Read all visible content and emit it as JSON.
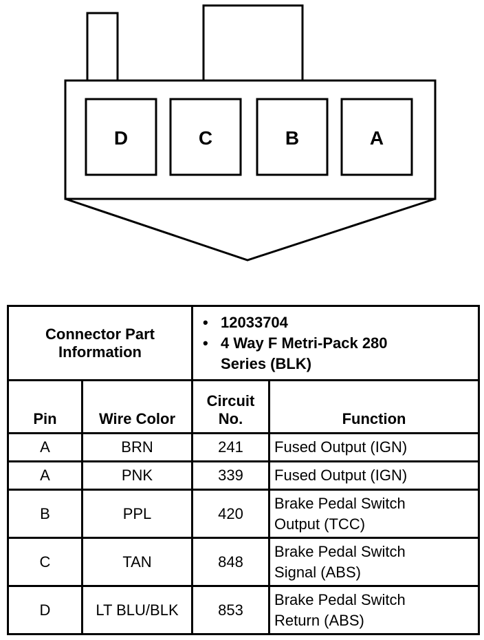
{
  "connector": {
    "pins": [
      "D",
      "C",
      "B",
      "A"
    ]
  },
  "table": {
    "part_info_label_1": "Connector Part",
    "part_info_label_2": "Information",
    "part_number": "12033704",
    "part_desc_1": "4 Way F Metri-Pack 280",
    "part_desc_2": "Series (BLK)",
    "bullet": "•",
    "headers": {
      "pin": "Pin",
      "wire_color": "Wire Color",
      "circuit_1": "Circuit",
      "circuit_2": "No.",
      "function": "Function"
    },
    "rows": [
      {
        "pin": "A",
        "wire_color": "BRN",
        "circuit": "241",
        "function_1": "Fused Output (IGN)",
        "function_2": ""
      },
      {
        "pin": "A",
        "wire_color": "PNK",
        "circuit": "339",
        "function_1": "Fused Output (IGN)",
        "function_2": ""
      },
      {
        "pin": "B",
        "wire_color": "PPL",
        "circuit": "420",
        "function_1": "Brake Pedal Switch",
        "function_2": "Output (TCC)"
      },
      {
        "pin": "C",
        "wire_color": "TAN",
        "circuit": "848",
        "function_1": "Brake Pedal Switch",
        "function_2": "Signal (ABS)"
      },
      {
        "pin": "D",
        "wire_color": "LT BLU/BLK",
        "circuit": "853",
        "function_1": "Brake Pedal Switch",
        "function_2": "Return (ABS)"
      }
    ]
  }
}
